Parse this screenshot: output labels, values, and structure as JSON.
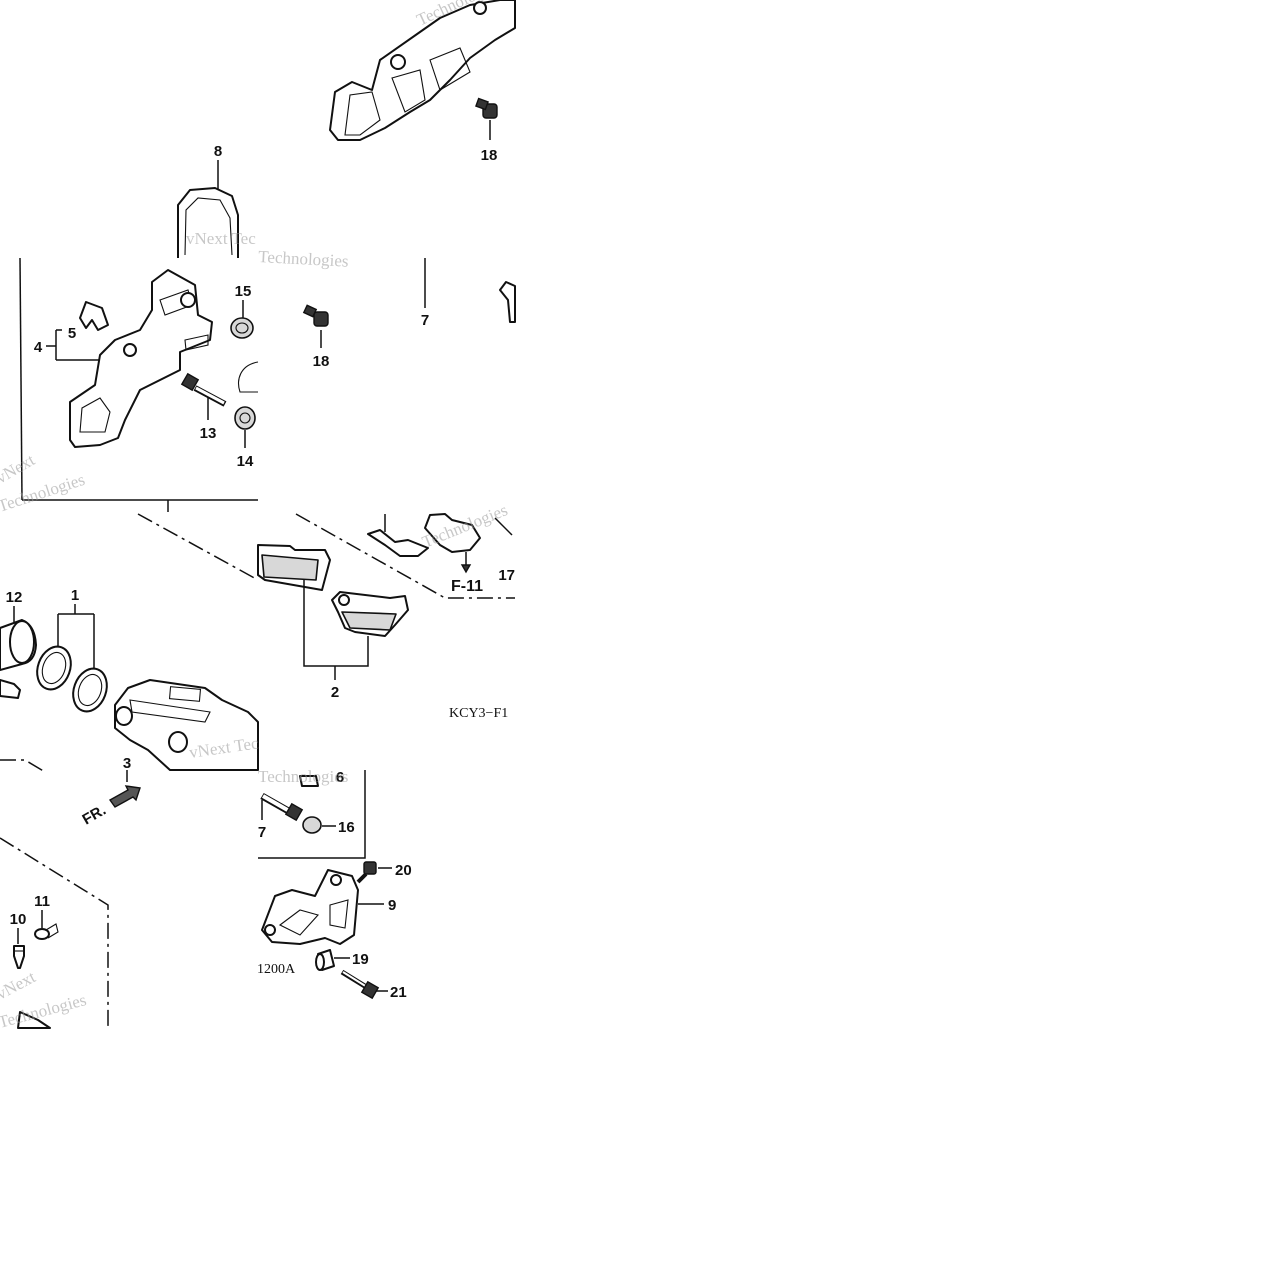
{
  "diagram": {
    "callouts": {
      "c1": "1",
      "c2": "2",
      "c3": "3",
      "c4": "4",
      "c5": "5",
      "c6": "6",
      "c7a": "7",
      "c7b": "7",
      "c8": "8",
      "c9": "9",
      "c10": "10",
      "c11": "11",
      "c12": "12",
      "c13": "13",
      "c14": "14",
      "c15": "15",
      "c16": "16",
      "c17": "17",
      "c18a": "18",
      "c18b": "18",
      "c19": "19",
      "c20": "20",
      "c21": "21"
    },
    "ref_f11": "F-11",
    "front_arrow": "FR.",
    "code_top": "KCY3−F1",
    "code_bottom": "1200A"
  },
  "watermark": {
    "vnext": "vNext",
    "technologies": "Technologies",
    "vnext_tec": "vNext Tec"
  }
}
